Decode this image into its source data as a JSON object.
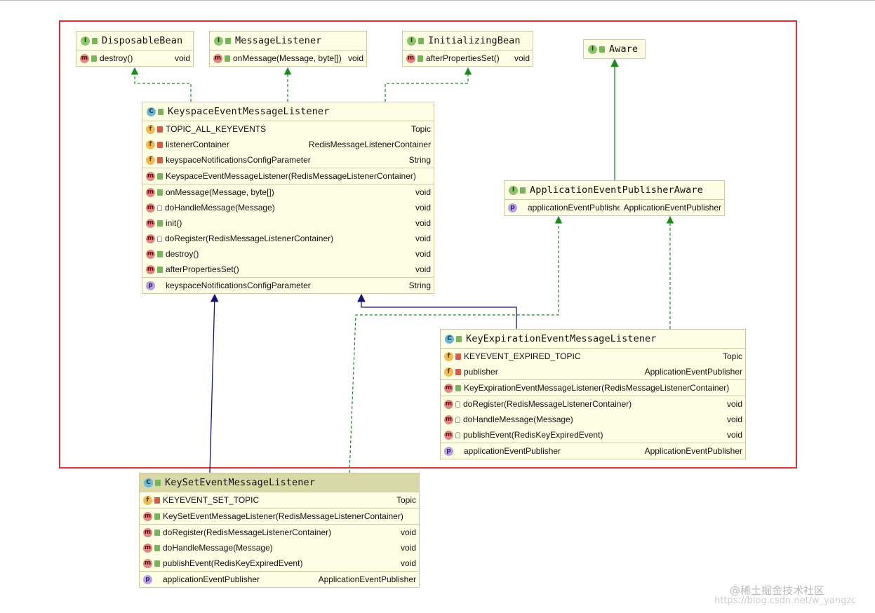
{
  "watermark": {
    "line1": "@稀土掘金技术社区",
    "line2": "https://blog.csdn.net/w_yangzc"
  },
  "colors": {
    "frame": "#e03030",
    "implements": "#1a8a1a",
    "extends": "#14147a",
    "box_bg": "#fefee4"
  },
  "boxes": {
    "disposable": {
      "badge": "I",
      "title": "DisposableBean",
      "sections": [
        [
          {
            "icon": "m",
            "vis": "pub",
            "name": "destroy()",
            "type": "void"
          }
        ]
      ]
    },
    "messageListener": {
      "badge": "I",
      "title": "MessageListener",
      "sections": [
        [
          {
            "icon": "m",
            "vis": "pub",
            "name": "onMessage(Message, byte[])",
            "type": "void"
          }
        ]
      ]
    },
    "initializing": {
      "badge": "I",
      "title": "InitializingBean",
      "sections": [
        [
          {
            "icon": "m",
            "vis": "pub",
            "name": "afterPropertiesSet()",
            "type": "void"
          }
        ]
      ]
    },
    "aware": {
      "badge": "I",
      "title": "Aware",
      "sections": []
    },
    "keyspace": {
      "badge": "C",
      "title": "KeyspaceEventMessageListener",
      "sections": [
        [
          {
            "icon": "f",
            "vis": "priv",
            "name": "TOPIC_ALL_KEYEVENTS",
            "type": "Topic"
          },
          {
            "icon": "f",
            "vis": "priv",
            "name": "listenerContainer",
            "type": "RedisMessageListenerContainer"
          },
          {
            "icon": "f",
            "vis": "priv",
            "name": "keyspaceNotificationsConfigParameter",
            "type": "String"
          }
        ],
        [
          {
            "icon": "m",
            "vis": "pub",
            "name": "KeyspaceEventMessageListener(RedisMessageListenerContainer)",
            "type": ""
          }
        ],
        [
          {
            "icon": "m",
            "vis": "pub",
            "name": "onMessage(Message, byte[])",
            "type": "void"
          },
          {
            "icon": "m",
            "vis": "pkg",
            "name": "doHandleMessage(Message)",
            "type": "void"
          },
          {
            "icon": "m",
            "vis": "pub",
            "name": "init()",
            "type": "void"
          },
          {
            "icon": "m",
            "vis": "pkg",
            "name": "doRegister(RedisMessageListenerContainer)",
            "type": "void"
          },
          {
            "icon": "m",
            "vis": "pub",
            "name": "destroy()",
            "type": "void"
          },
          {
            "icon": "m",
            "vis": "pub",
            "name": "afterPropertiesSet()",
            "type": "void"
          }
        ],
        [
          {
            "icon": "p",
            "vis": "none",
            "name": "keyspaceNotificationsConfigParameter",
            "type": "String"
          }
        ]
      ]
    },
    "publisherAware": {
      "badge": "I",
      "title": "ApplicationEventPublisherAware",
      "sections": [
        [
          {
            "icon": "p",
            "vis": "none",
            "name": "applicationEventPublisher",
            "type": "ApplicationEventPublisher"
          }
        ]
      ]
    },
    "keyExpiration": {
      "badge": "C",
      "title": "KeyExpirationEventMessageListener",
      "sections": [
        [
          {
            "icon": "f",
            "vis": "priv",
            "name": "KEYEVENT_EXPIRED_TOPIC",
            "type": "Topic"
          },
          {
            "icon": "f",
            "vis": "priv",
            "name": "publisher",
            "type": "ApplicationEventPublisher"
          }
        ],
        [
          {
            "icon": "m",
            "vis": "pub",
            "name": "KeyExpirationEventMessageListener(RedisMessageListenerContainer)",
            "type": ""
          }
        ],
        [
          {
            "icon": "m",
            "vis": "pkg",
            "name": "doRegister(RedisMessageListenerContainer)",
            "type": "void"
          },
          {
            "icon": "m",
            "vis": "pkg",
            "name": "doHandleMessage(Message)",
            "type": "void"
          },
          {
            "icon": "m",
            "vis": "pkg",
            "name": "publishEvent(RedisKeyExpiredEvent)",
            "type": "void"
          }
        ],
        [
          {
            "icon": "p",
            "vis": "none",
            "name": "applicationEventPublisher",
            "type": "ApplicationEventPublisher"
          }
        ]
      ]
    },
    "keySet": {
      "badge": "C",
      "title": "KeySetEventMessageListener",
      "sections": [
        [
          {
            "icon": "f",
            "vis": "priv",
            "name": "KEYEVENT_SET_TOPIC",
            "type": "Topic"
          }
        ],
        [
          {
            "icon": "m",
            "vis": "pub",
            "name": "KeySetEventMessageListener(RedisMessageListenerContainer)",
            "type": ""
          }
        ],
        [
          {
            "icon": "m",
            "vis": "pub",
            "name": "doRegister(RedisMessageListenerContainer)",
            "type": "void"
          },
          {
            "icon": "m",
            "vis": "pub",
            "name": "doHandleMessage(Message)",
            "type": "void"
          },
          {
            "icon": "m",
            "vis": "pub",
            "name": "publishEvent(RedisKeyExpiredEvent)",
            "type": "void"
          }
        ],
        [
          {
            "icon": "p",
            "vis": "none",
            "name": "applicationEventPublisher",
            "type": "ApplicationEventPublisher"
          }
        ]
      ]
    }
  }
}
